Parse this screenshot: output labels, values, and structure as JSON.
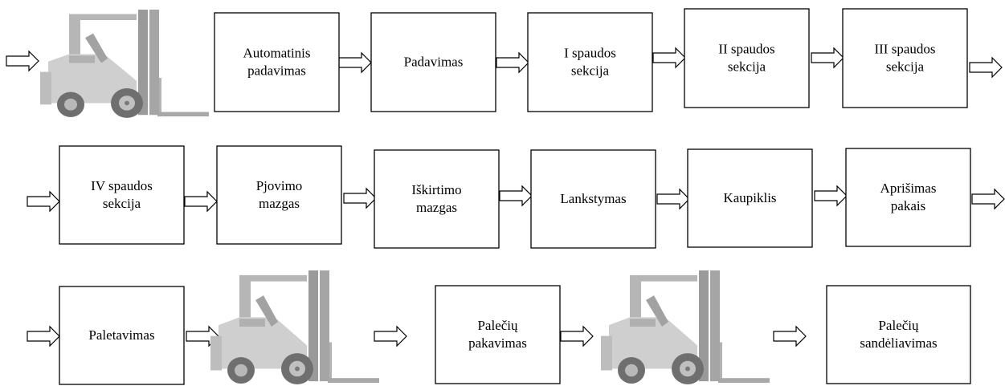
{
  "diagram": {
    "rows": [
      [
        {
          "type": "icon",
          "icon": "forklift-icon"
        },
        {
          "type": "box",
          "lines": [
            "Automatinis",
            "padavimas"
          ]
        },
        {
          "type": "box",
          "lines": [
            "Padavimas"
          ]
        },
        {
          "type": "box",
          "lines": [
            "I spaudos",
            "sekcija"
          ]
        },
        {
          "type": "box",
          "lines": [
            "II spaudos",
            "sekcija"
          ]
        },
        {
          "type": "box",
          "lines": [
            "III spaudos",
            "sekcija"
          ]
        }
      ],
      [
        {
          "type": "box",
          "lines": [
            "IV spaudos",
            "sekcija"
          ]
        },
        {
          "type": "box",
          "lines": [
            "Pjovimo",
            "mazgas"
          ]
        },
        {
          "type": "box",
          "lines": [
            "Iškirtimo",
            "mazgas"
          ]
        },
        {
          "type": "box",
          "lines": [
            "Lankstymas"
          ]
        },
        {
          "type": "box",
          "lines": [
            "Kaupiklis"
          ]
        },
        {
          "type": "box",
          "lines": [
            "Aprišimas",
            "pakais"
          ]
        }
      ],
      [
        {
          "type": "box",
          "lines": [
            "Paletavimas"
          ]
        },
        {
          "type": "icon",
          "icon": "forklift-icon"
        },
        {
          "type": "box",
          "lines": [
            "Palečių",
            "pakavimas"
          ]
        },
        {
          "type": "icon",
          "icon": "forklift-icon"
        },
        {
          "type": "box",
          "lines": [
            "Palečių",
            "sandėliavimas"
          ]
        }
      ]
    ],
    "colors": {
      "box_border": "#000000",
      "arrow_fill": "#ffffff",
      "forklift_body": "#c9c9c9",
      "forklift_mast": "#9a9a9a",
      "forklift_wheel": "#6f6f6f"
    }
  }
}
